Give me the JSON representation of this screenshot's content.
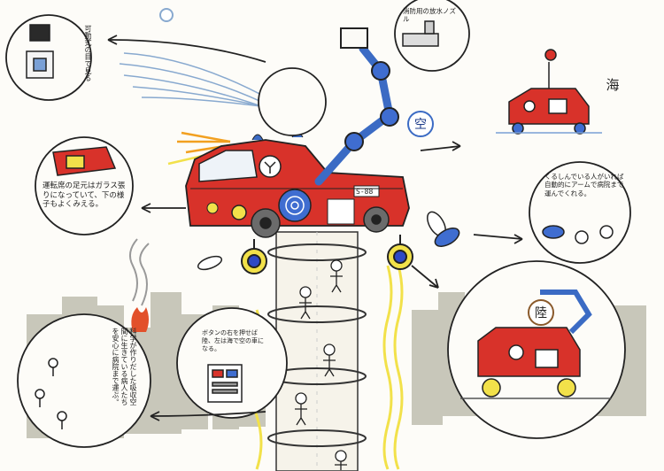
{
  "badges": {
    "sky": "空",
    "sea": "海",
    "land": "陸"
  },
  "notes": {
    "robot": "可動式の目で見る",
    "nozzle": "消防用の放水ノズル",
    "cockpit": "運転席の足元はガラス張りになっていて、下の様子もよくみえる。",
    "rescue": "くるしんでいる人がいれば自動的にアームで病院まで運んでくれる。",
    "button": "ボタンの右を押せば陸、左は海で空の車になる。",
    "building": "科学が作りだした吸収空間に生きている病人たちを安心に病院まで運ぶ。"
  },
  "vehicle": {
    "plate": "S-88"
  },
  "colors": {
    "body_red": "#d8322a",
    "badge_blue": "#3b6bc4",
    "badge_brown": "#8a5a2b",
    "wheel_blue": "#2e49c6",
    "beam_yellow": "#f2e14a",
    "ruins": "#9a9a8a"
  }
}
